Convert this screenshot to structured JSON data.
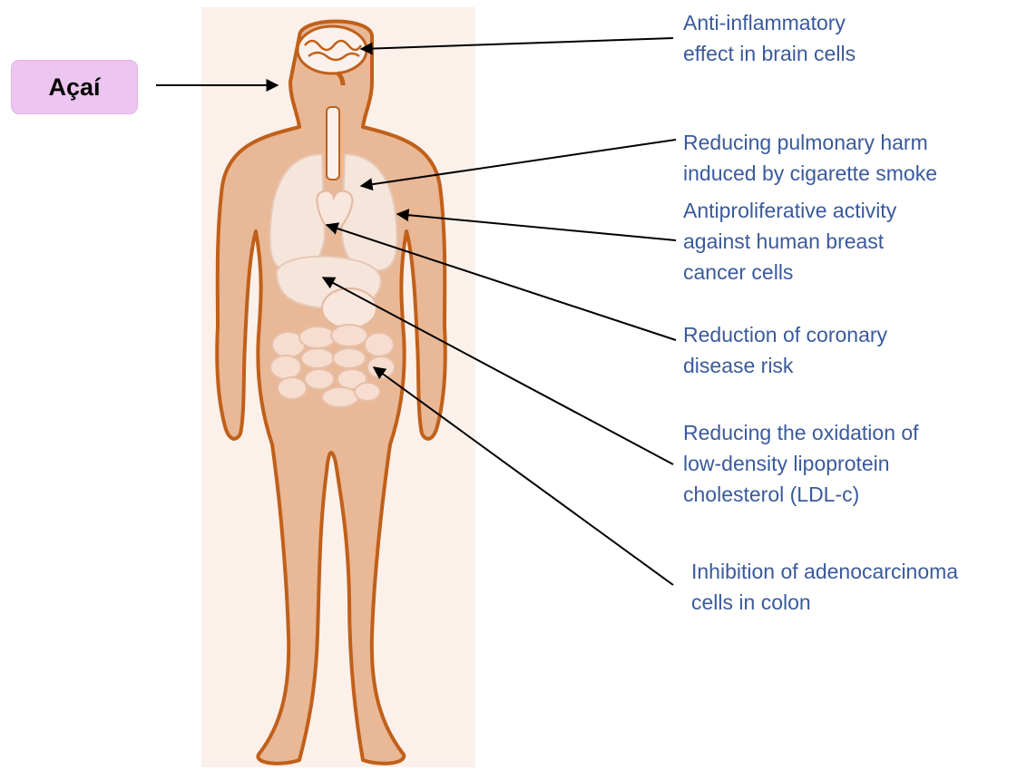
{
  "title_badge": {
    "text": "Açaí",
    "color": "#ecc6f0"
  },
  "colors": {
    "skin": "#e9b896",
    "outline": "#c0601a",
    "organ_fill": "#f6e5da",
    "label_text": "#3a5a9c",
    "arrow": "#000000"
  },
  "effects": [
    {
      "id": "brain",
      "text": "Anti-inflammatory\neffect in brain cells"
    },
    {
      "id": "lungs",
      "text": "Reducing pulmonary harm\ninduced by cigarette smoke"
    },
    {
      "id": "breast",
      "text": "Antiproliferative activity\nagainst human breast\ncancer cells"
    },
    {
      "id": "heart",
      "text": "Reduction of coronary\ndisease risk"
    },
    {
      "id": "liver",
      "text": "Reducing the oxidation of\nlow-density lipoprotein\ncholesterol (LDL-c)"
    },
    {
      "id": "colon",
      "text": "Inhibition of adenocarcinoma\ncells in colon"
    }
  ]
}
